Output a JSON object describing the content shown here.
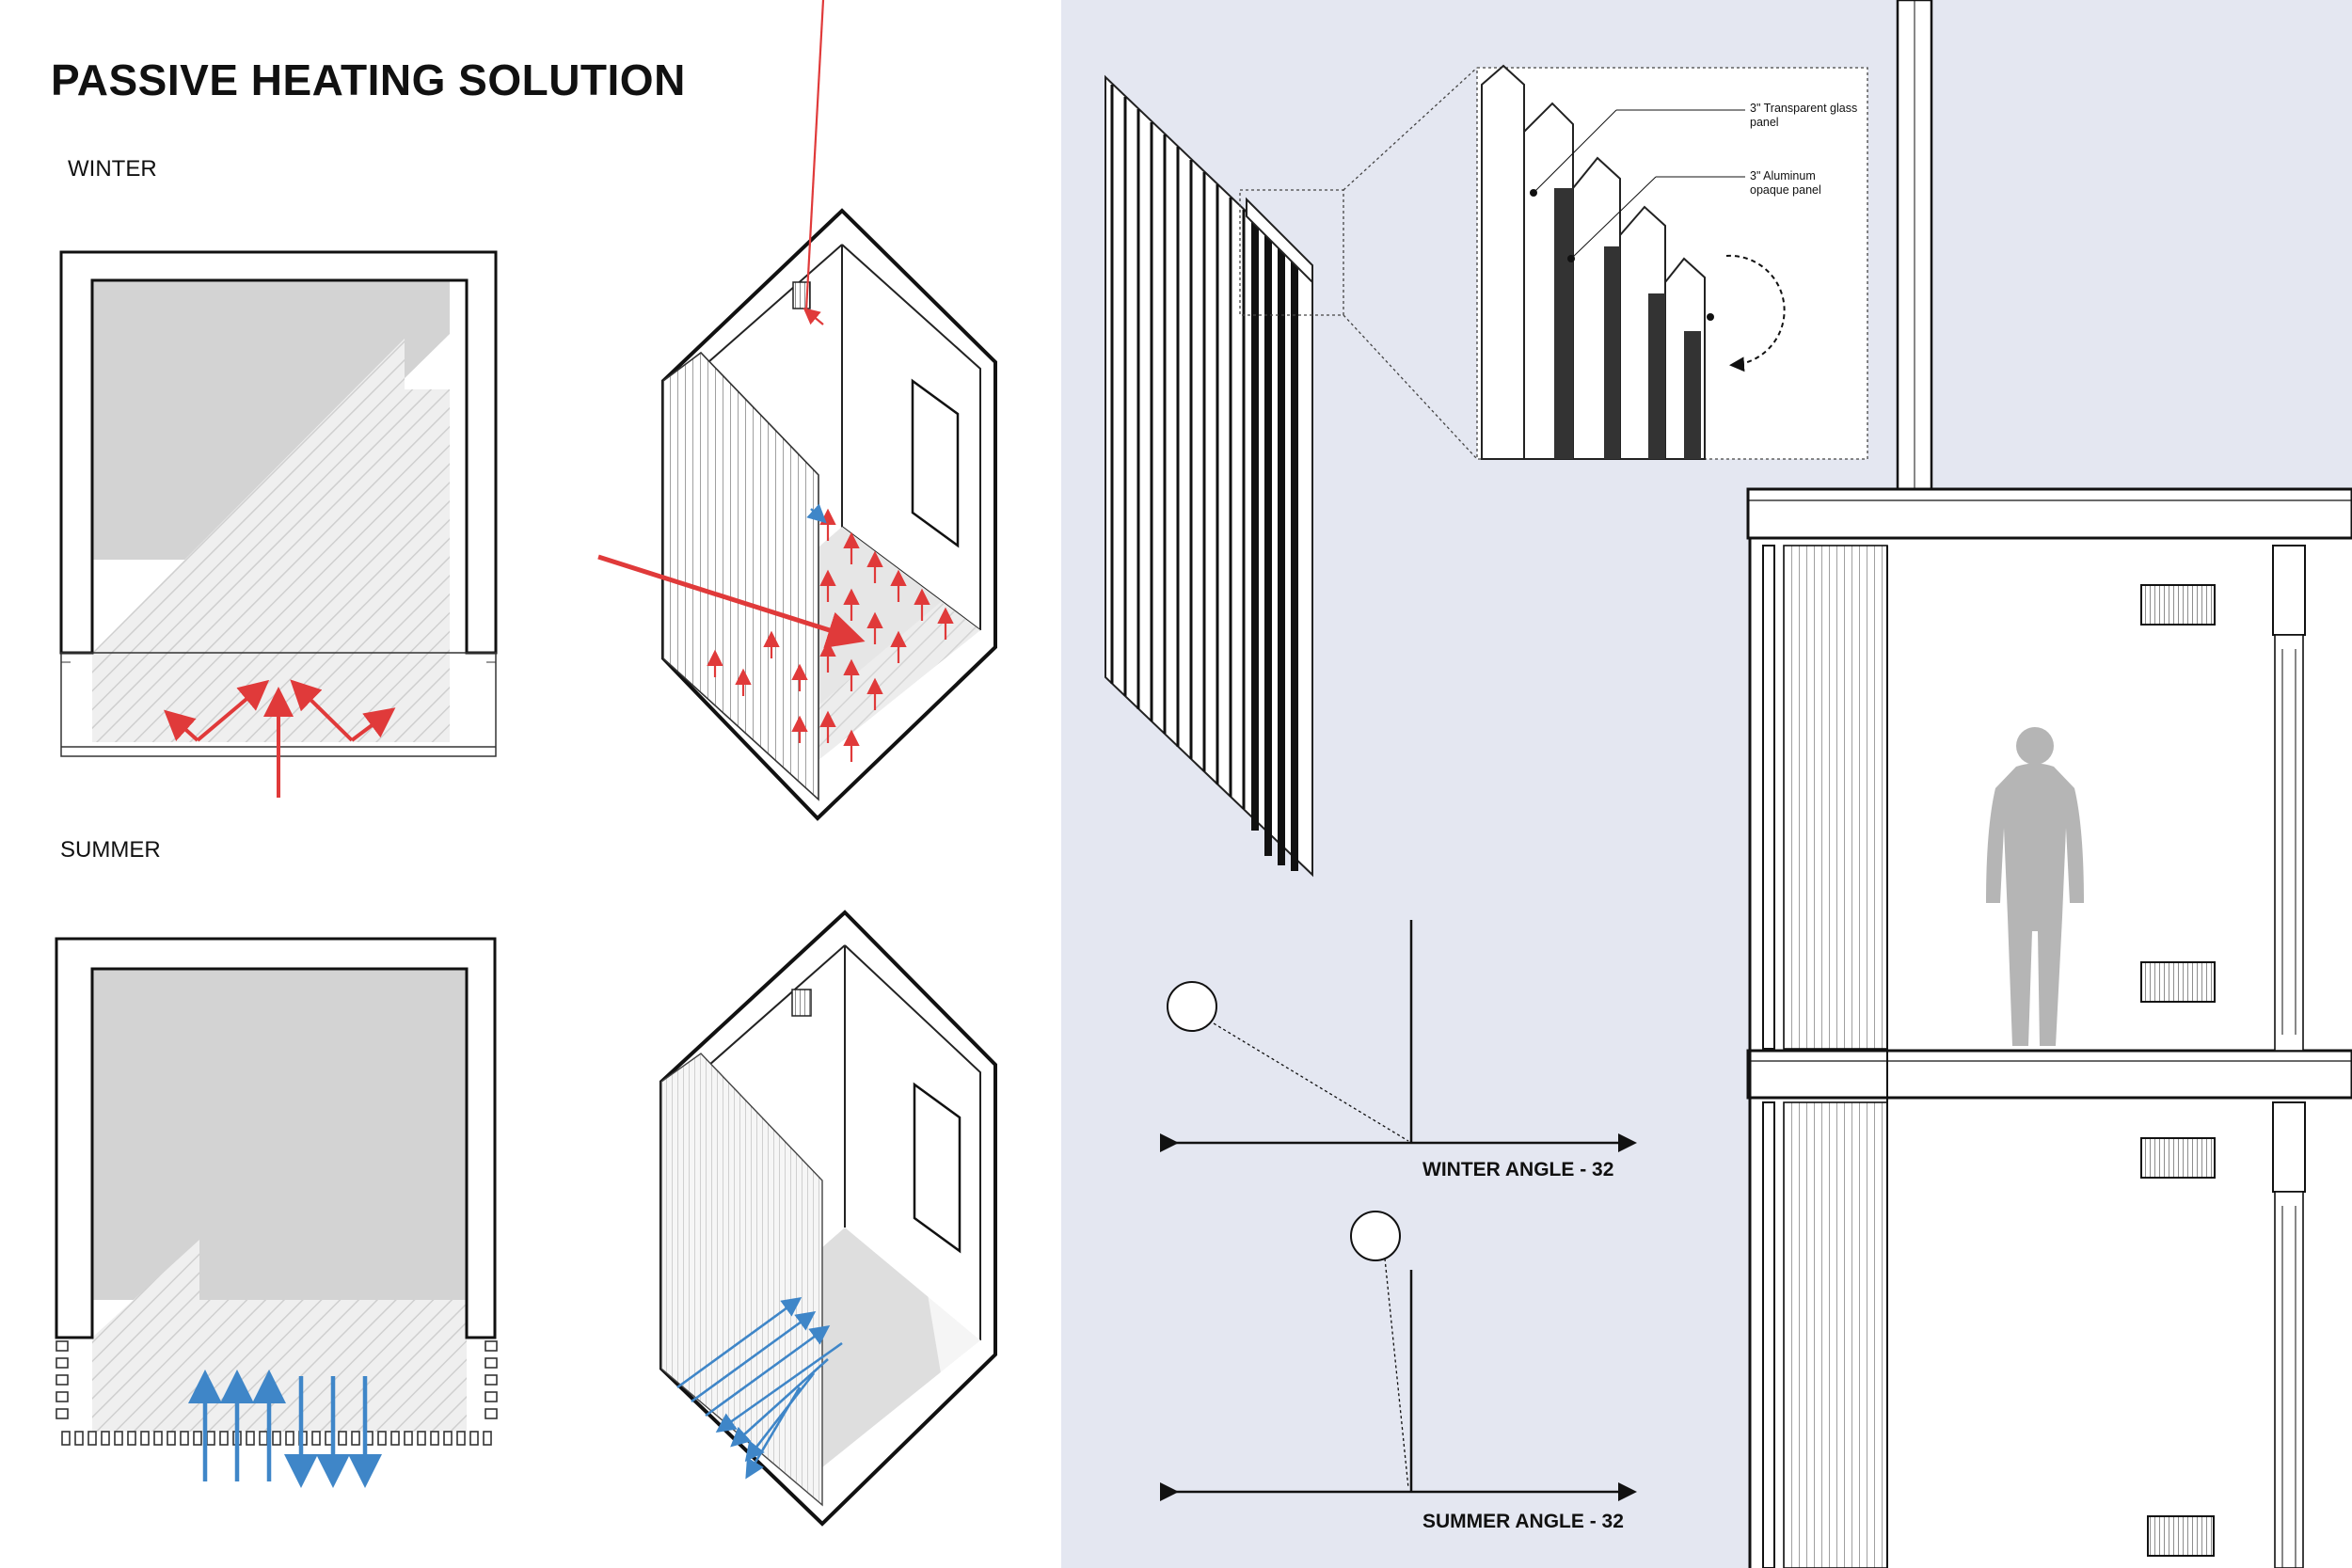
{
  "title": "PASSIVE HEATING SOLUTION",
  "seasons": {
    "winter": "WINTER",
    "summer": "SUMMER"
  },
  "detail_labels": {
    "glass_line1": "3\" Transparent glass",
    "glass_line2": "panel",
    "aluminum_line1": "3\" Aluminum",
    "aluminum_line2": "opaque panel"
  },
  "sun_angles": {
    "winter": "WINTER ANGLE - 32",
    "summer": "SUMMER ANGLE - 32"
  },
  "colors": {
    "heat": "#e03a3a",
    "cool": "#3f86c8",
    "panel_bg": "#e4e7f1",
    "wall_fill": "#d3d3d3",
    "figure": "#b5b5b5"
  }
}
